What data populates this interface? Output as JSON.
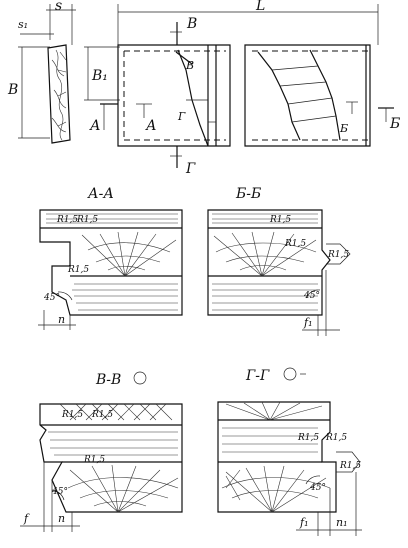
{
  "top_view": {
    "dim_s": "s",
    "dim_s1": "s₁",
    "dim_B": "B",
    "dim_B1": "B₁",
    "dim_L": "L",
    "cut_V_top": "В",
    "cut_V_inner": "В",
    "cut_A_left": "А",
    "cut_A_right": "А",
    "cut_G_inner": "Г",
    "cut_G_bottom": "Г",
    "cut_B_inner": "Б",
    "cut_B_right": "Б"
  },
  "sections": {
    "aa": {
      "title": "А-А",
      "r1": "R1,5",
      "r2": "R1,5",
      "r3": "R1,5",
      "angle": "45°",
      "dim": "n"
    },
    "bb": {
      "title": "Б-Б",
      "r1": "R1,5",
      "r2": "R1,5",
      "r3": "R1,5",
      "angle": "45°",
      "dim": "f₁"
    },
    "vv": {
      "title": "В-В",
      "r1": "R1,5",
      "r2": "R1,5",
      "r3": "R1,5",
      "angle": "45°",
      "dim_f": "f",
      "dim_n": "n"
    },
    "gg": {
      "title": "Г-Г",
      "r1": "R1,5",
      "r2": "R1,5",
      "r3": "R1,5",
      "angle": "45°",
      "dim_f1": "f₁",
      "dim_n1": "n₁"
    }
  }
}
